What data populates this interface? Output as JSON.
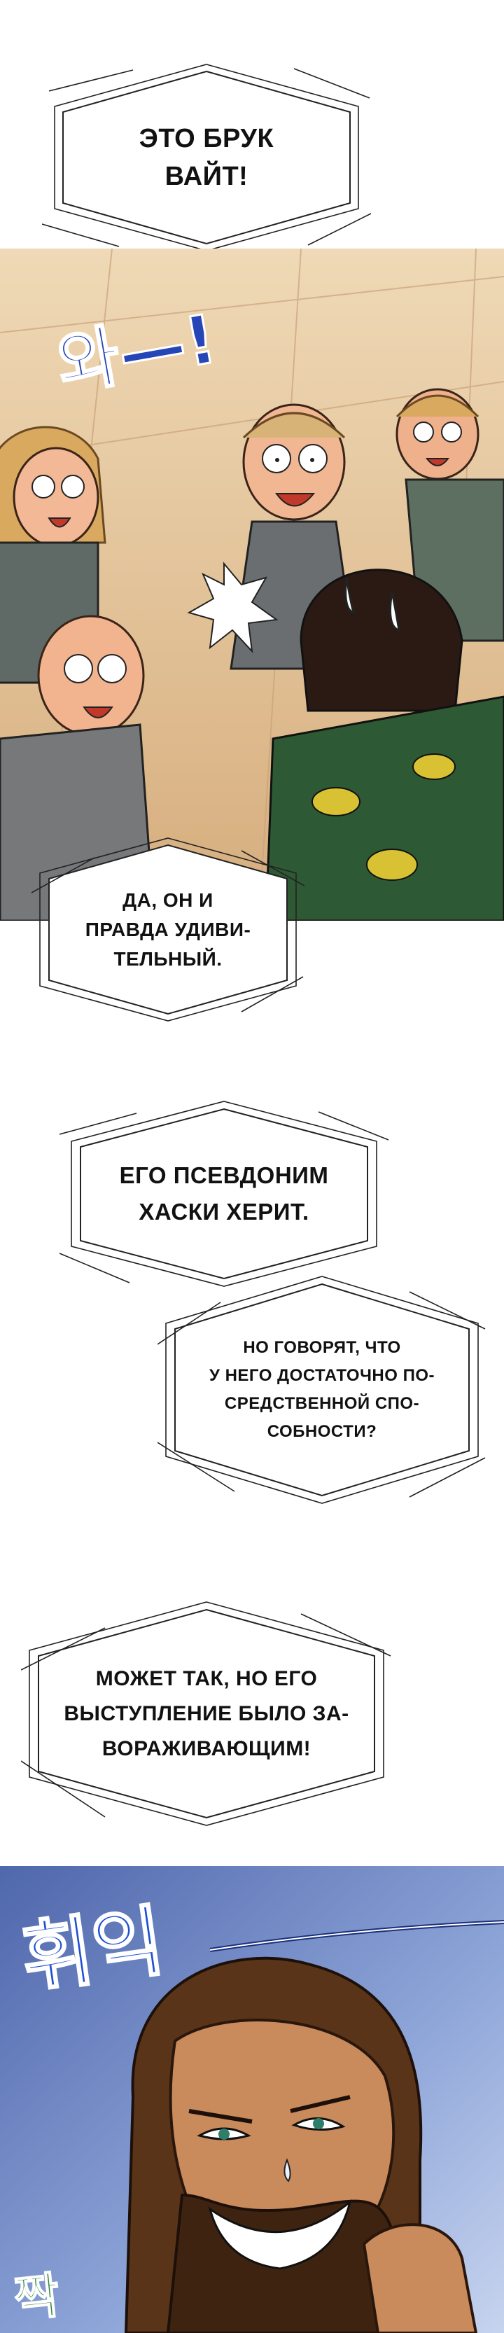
{
  "bubbles": {
    "b1": {
      "line1": "ЭТО БРУК",
      "line2": "ВАЙТ!"
    },
    "b2": {
      "line1": "ДА, ОН И",
      "line2": "ПРАВДА УДИВИ-",
      "line3": "ТЕЛЬНЫЙ."
    },
    "b3": {
      "line1": "ЕГО ПСЕВДОНИМ",
      "line2": "ХАСКИ ХЕРИТ."
    },
    "b4": {
      "line1": "НО ГОВОРЯТ, ЧТО",
      "line2": "У НЕГО ДОСТАТОЧНО ПО-",
      "line3": "СРЕДСТВЕННОЙ СПО-",
      "line4": "СОБНОСТИ?"
    },
    "b5": {
      "line1": "МОЖЕТ ТАК, НО ЕГО",
      "line2": "ВЫСТУПЛЕНИЕ БЫЛО ЗА-",
      "line3": "ВОРАЖИВАЮЩИМ!"
    }
  },
  "sfx": {
    "wah": "와—!",
    "hwiik": "휘익",
    "jjak": "짝"
  },
  "colors": {
    "panel1_bg": "#e7c79a",
    "panel2_bg": "#5a74b8",
    "sfx_blue": "#2646b8",
    "outline": "#222222"
  }
}
